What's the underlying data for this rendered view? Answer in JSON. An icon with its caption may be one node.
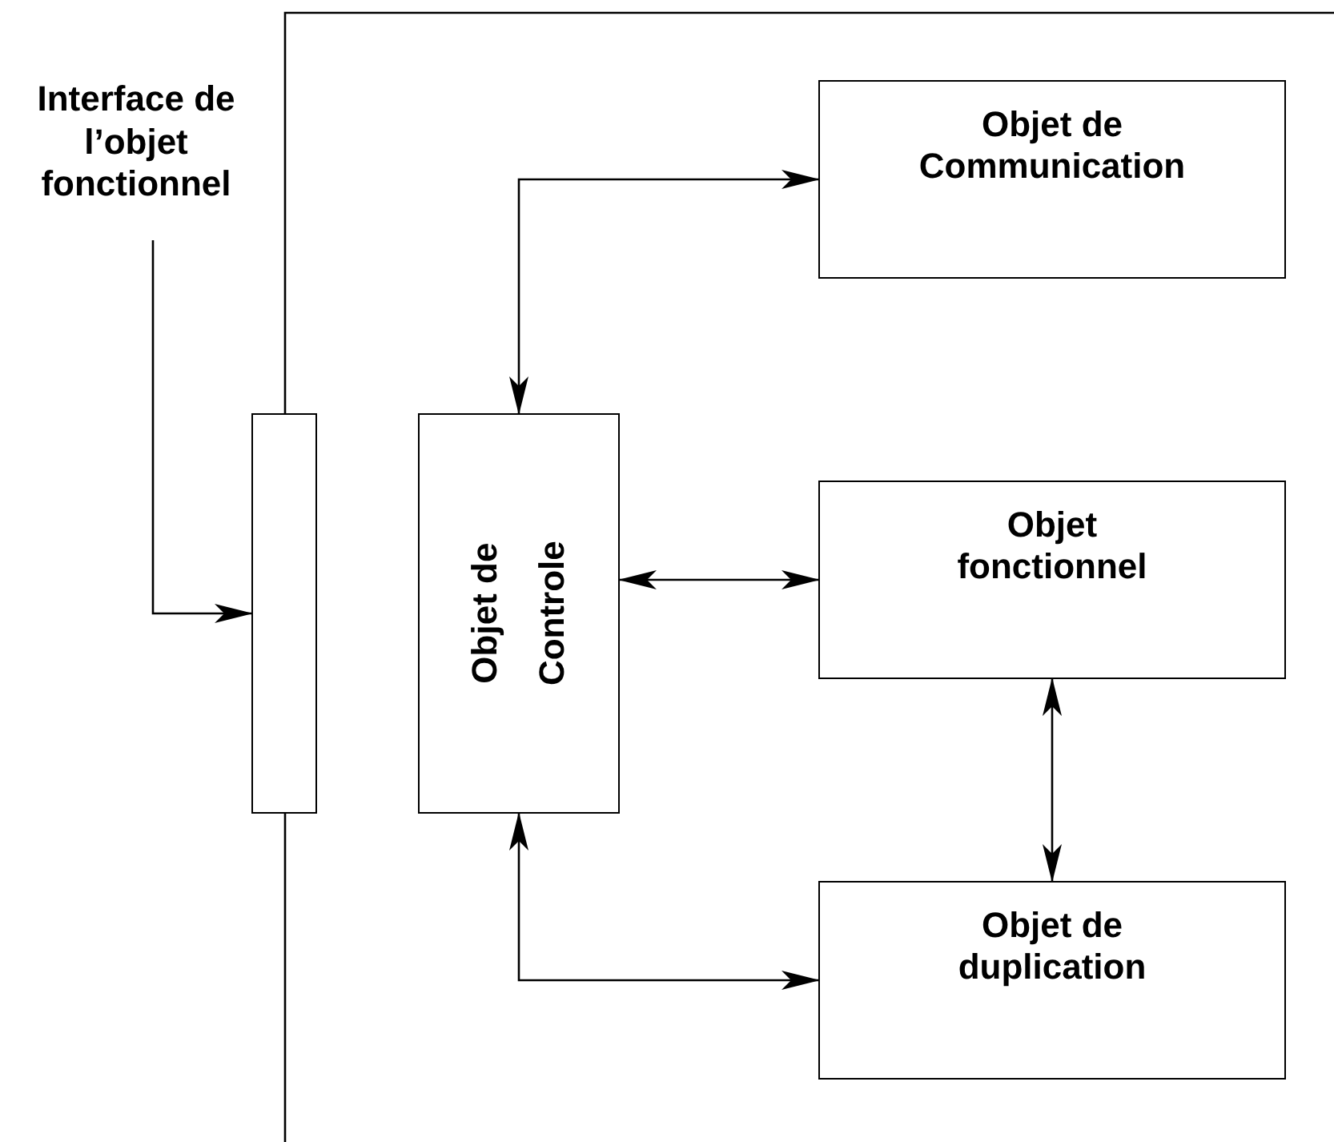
{
  "diagram": {
    "nodes": [
      {
        "text": [
          "Interface de l’objet fonctionnel"
        ]
      },
      {
        "text": [],
        "shape": "bar"
      },
      {
        "text": [
          "Objet de Controle"
        ]
      },
      {
        "text": [
          "Objet de Communication"
        ]
      },
      {
        "text": [
          "Objet fonctionnel"
        ]
      },
      {
        "text": [
          "Objet de duplication"
        ]
      }
    ],
    "edges": [
      {
        "from": 0,
        "to": 1,
        "arrow": "to"
      },
      {
        "from": 2,
        "to": 3,
        "arrow": "both"
      },
      {
        "from": 2,
        "to": 4,
        "arrow": "both"
      },
      {
        "from": 4,
        "to": 5,
        "arrow": "both"
      },
      {
        "from": 2,
        "to": 5,
        "arrow": "both"
      }
    ]
  }
}
